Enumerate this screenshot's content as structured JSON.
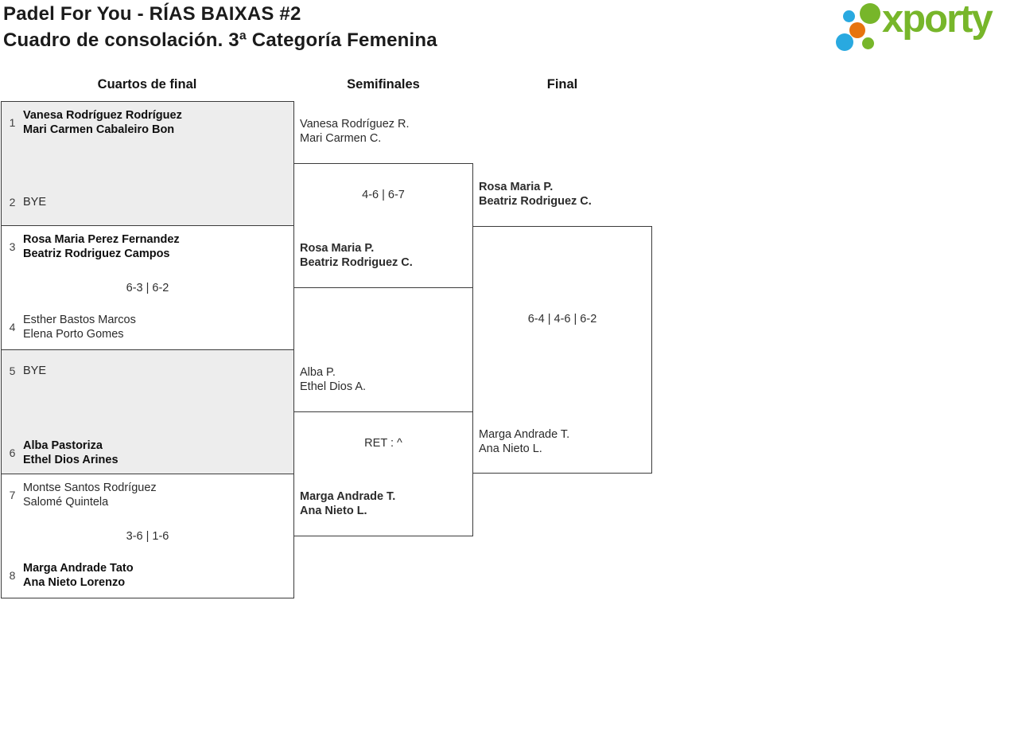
{
  "header": {
    "title_line1": "Padel For You - RÍAS BAIXAS #2",
    "title_line2": "Cuadro de consolación. 3ª Categoría Femenina"
  },
  "logo": {
    "text": "xporty",
    "colors": {
      "green": "#77b62a",
      "blue": "#29a9e0",
      "orange": "#e7740e"
    }
  },
  "rounds": [
    {
      "label": "Cuartos de final"
    },
    {
      "label": "Semifinales"
    },
    {
      "label": "Final"
    }
  ],
  "quarterfinals": [
    {
      "seed_top": "1",
      "team_top_1": "Vanesa Rodríguez Rodríguez",
      "team_top_2": "Mari Carmen Cabaleiro Bon",
      "seed_bottom": "2",
      "team_bottom_1": "BYE",
      "team_bottom_2": "",
      "score": "",
      "winner": "top",
      "bye": true
    },
    {
      "seed_top": "3",
      "team_top_1": "Rosa Maria Perez Fernandez",
      "team_top_2": "Beatriz Rodriguez Campos",
      "seed_bottom": "4",
      "team_bottom_1": "Esther Bastos Marcos",
      "team_bottom_2": "Elena Porto Gomes",
      "score": "6-3 | 6-2",
      "winner": "top",
      "bye": false
    },
    {
      "seed_top": "5",
      "team_top_1": "BYE",
      "team_top_2": "",
      "seed_bottom": "6",
      "team_bottom_1": "Alba Pastoriza",
      "team_bottom_2": "Ethel Dios Arines",
      "score": "",
      "winner": "bottom",
      "bye": true
    },
    {
      "seed_top": "7",
      "team_top_1": "Montse Santos Rodríguez",
      "team_top_2": "Salomé Quintela",
      "seed_bottom": "8",
      "team_bottom_1": "Marga Andrade Tato",
      "team_bottom_2": "Ana Nieto Lorenzo",
      "score": "3-6 | 1-6",
      "winner": "bottom",
      "bye": false
    }
  ],
  "semifinals": [
    {
      "team_top_1": "Vanesa Rodríguez R.",
      "team_top_2": "Mari Carmen C.",
      "team_bottom_1": "Rosa Maria P.",
      "team_bottom_2": "Beatriz Rodriguez C.",
      "score": "4-6 | 6-7",
      "winner": "bottom"
    },
    {
      "team_top_1": "Alba P.",
      "team_top_2": "Ethel Dios A.",
      "team_bottom_1": "Marga Andrade T.",
      "team_bottom_2": "Ana Nieto L.",
      "score": "RET : ^",
      "winner": "bottom"
    }
  ],
  "final": {
    "team_top_1": "Rosa Maria P.",
    "team_top_2": "Beatriz Rodriguez C.",
    "team_bottom_1": "Marga Andrade T.",
    "team_bottom_2": "Ana Nieto L.",
    "score": "6-4 | 4-6 | 6-2",
    "winner": "top"
  }
}
